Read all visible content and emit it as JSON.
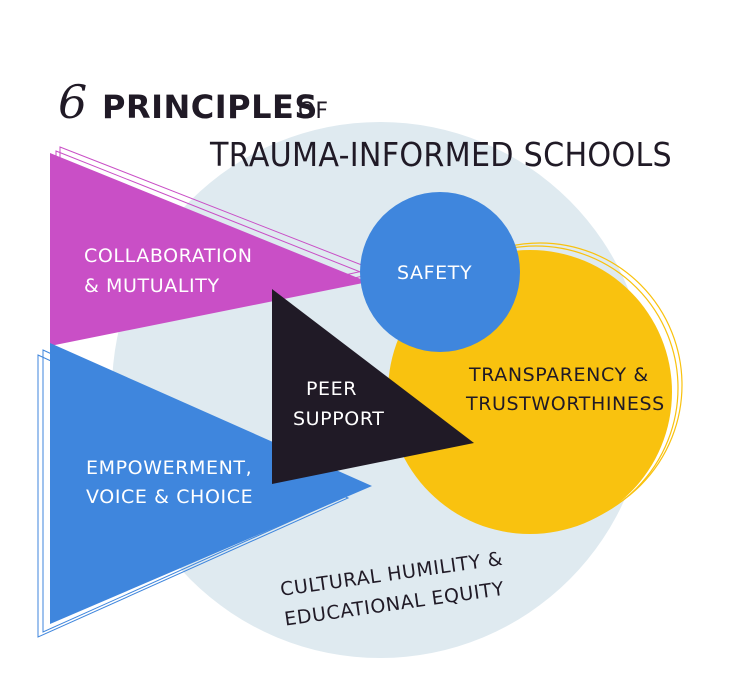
{
  "title": {
    "number": "6",
    "principles": "PRINCIPLES",
    "of": "OF",
    "line2": "TRAUMA-INFORMED SCHOOLS"
  },
  "principles": {
    "collaboration": {
      "line1": "COLLABORATION",
      "line2": "& MUTUALITY"
    },
    "safety": "SAFETY",
    "peer_support": {
      "line1": "PEER",
      "line2": "SUPPORT"
    },
    "transparency": {
      "line1": "TRANSPARENCY &",
      "line2": "TRUSTWORTHINESS"
    },
    "empowerment": {
      "line1": "EMPOWERMENT,",
      "line2": "VOICE & CHOICE"
    },
    "cultural": {
      "line1": "CULTURAL HUMILITY &",
      "line2": "EDUCATIONAL EQUITY"
    }
  },
  "colors": {
    "background_circle": "#dfeaf0",
    "magenta": "#c94fc6",
    "blue": "#3f86dd",
    "yellow": "#f9c20f",
    "dark": "#201a26"
  }
}
